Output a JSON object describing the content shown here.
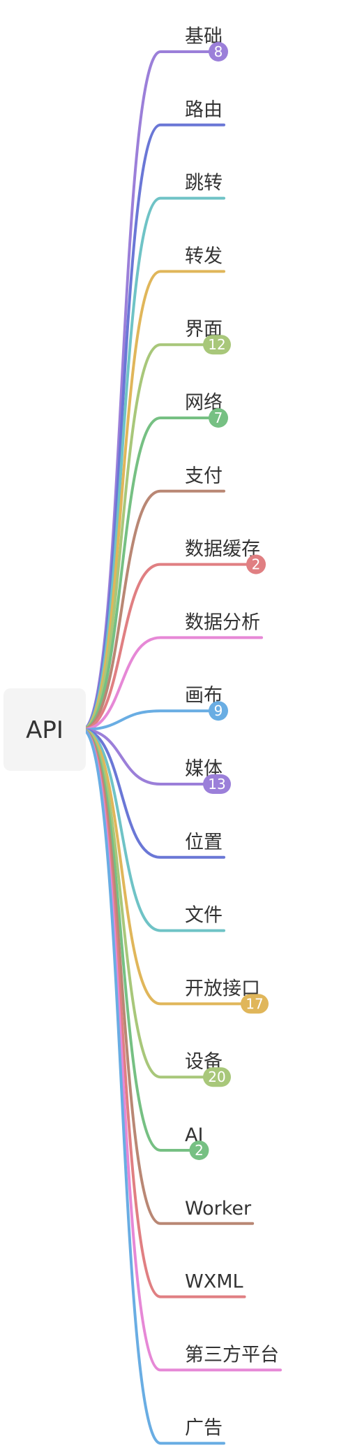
{
  "root": {
    "label": "API"
  },
  "branches": [
    {
      "label": "基础",
      "color": "#9b7fd9",
      "count": "8"
    },
    {
      "label": "路由",
      "color": "#6a77d6",
      "count": ""
    },
    {
      "label": "跳转",
      "color": "#6fc3c6",
      "count": ""
    },
    {
      "label": "转发",
      "color": "#e0b65a",
      "count": ""
    },
    {
      "label": "界面",
      "color": "#a8c77a",
      "count": "12"
    },
    {
      "label": "网络",
      "color": "#76c083",
      "count": "7"
    },
    {
      "label": "支付",
      "color": "#b98774",
      "count": ""
    },
    {
      "label": "数据缓存",
      "color": "#e07f82",
      "count": "2"
    },
    {
      "label": "数据分析",
      "color": "#e688d6",
      "count": ""
    },
    {
      "label": "画布",
      "color": "#69ade3",
      "count": "9"
    },
    {
      "label": "媒体",
      "color": "#9b7fd9",
      "count": "13"
    },
    {
      "label": "位置",
      "color": "#6a77d6",
      "count": ""
    },
    {
      "label": "文件",
      "color": "#6fc3c6",
      "count": ""
    },
    {
      "label": "开放接口",
      "color": "#e0b65a",
      "count": "17"
    },
    {
      "label": "设备",
      "color": "#a8c77a",
      "count": "20"
    },
    {
      "label": "AI",
      "color": "#76c083",
      "count": "2"
    },
    {
      "label": "Worker",
      "color": "#b98774",
      "count": ""
    },
    {
      "label": "WXML",
      "color": "#e07f82",
      "count": ""
    },
    {
      "label": "第三方平台",
      "color": "#e688d6",
      "count": ""
    },
    {
      "label": "广告",
      "color": "#69ade3",
      "count": ""
    }
  ]
}
